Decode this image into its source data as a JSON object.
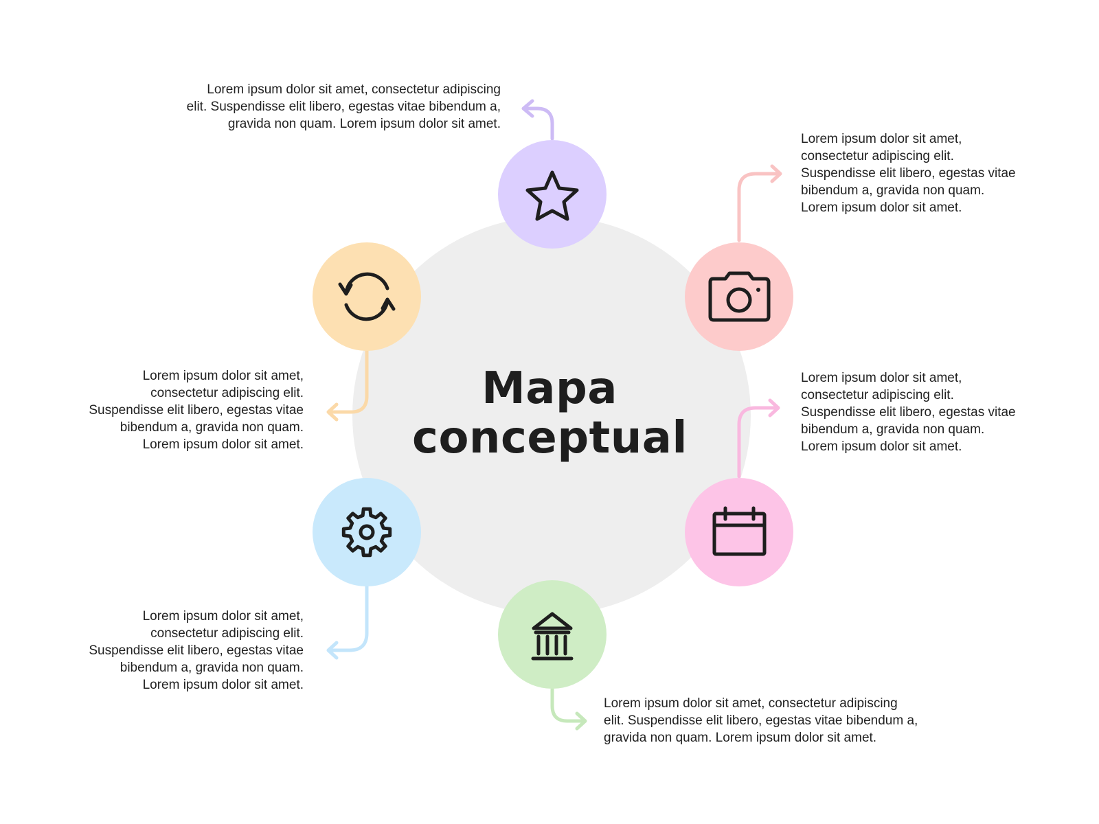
{
  "title": {
    "line1": "Mapa",
    "line2": "conceptual"
  },
  "colors": {
    "center_circle": "#eeeeee",
    "star": "#dccfff",
    "camera": "#fdcbcb",
    "calendar": "#fdc4e7",
    "bank": "#cfedc5",
    "gear": "#c9e9fc",
    "refresh": "#fde0b2",
    "arrow_star": "#cdbbf5",
    "arrow_camera": "#f9c3c3",
    "arrow_calendar": "#f9b8df",
    "arrow_bank": "#c6e8bb",
    "arrow_gear": "#c3e5fb",
    "arrow_refresh": "#fbd9a8",
    "icon_stroke": "#1e1e1e"
  },
  "nodes": [
    {
      "id": "star",
      "icon": "star-icon",
      "text": [
        "Lorem ipsum dolor sit amet, consectetur adipiscing",
        "elit. Suspendisse elit libero, egestas vitae bibendum a,",
        "gravida non quam. Lorem ipsum dolor sit amet."
      ]
    },
    {
      "id": "camera",
      "icon": "camera-icon",
      "text": [
        "Lorem ipsum dolor sit amet,",
        "consectetur adipiscing elit.",
        "Suspendisse elit libero, egestas vitae",
        "bibendum a, gravida non quam.",
        "Lorem ipsum dolor sit amet."
      ]
    },
    {
      "id": "calendar",
      "icon": "calendar-icon",
      "text": [
        "Lorem ipsum dolor sit amet,",
        "consectetur adipiscing elit.",
        "Suspendisse elit libero, egestas vitae",
        "bibendum a, gravida non quam.",
        "Lorem ipsum dolor sit amet."
      ]
    },
    {
      "id": "bank",
      "icon": "bank-icon",
      "text": [
        "Lorem ipsum dolor sit amet, consectetur adipiscing",
        "elit. Suspendisse elit libero, egestas vitae bibendum a,",
        "gravida non quam. Lorem ipsum dolor sit amet."
      ]
    },
    {
      "id": "gear",
      "icon": "gear-icon",
      "text": [
        "Lorem ipsum dolor sit amet,",
        "consectetur adipiscing elit.",
        "Suspendisse elit libero, egestas vitae",
        "bibendum a, gravida non quam.",
        "Lorem ipsum dolor sit amet."
      ]
    },
    {
      "id": "refresh",
      "icon": "refresh-icon",
      "text": [
        "Lorem ipsum dolor sit amet,",
        "consectetur adipiscing elit.",
        "Suspendisse elit libero, egestas vitae",
        "bibendum a, gravida non quam.",
        "Lorem ipsum dolor sit amet."
      ]
    }
  ]
}
